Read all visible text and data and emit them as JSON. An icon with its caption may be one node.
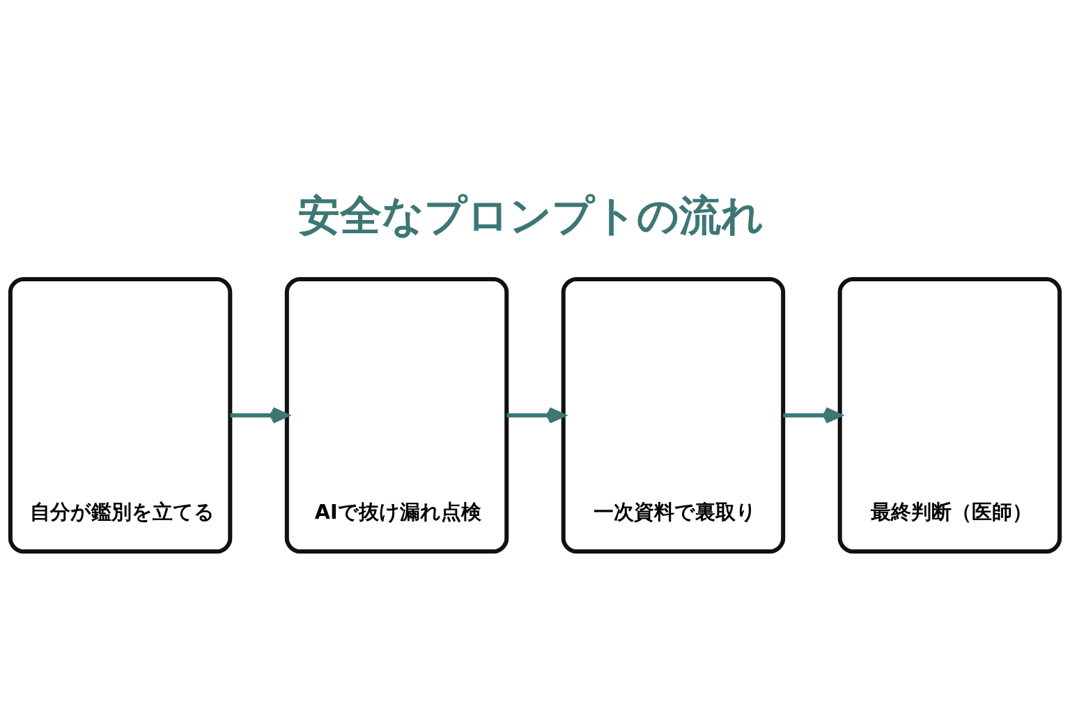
{
  "diagram": {
    "title": "安全なプロンプトの流れ",
    "nodes": [
      {
        "text": [
          "自分が鑑別を立てる"
        ]
      },
      {
        "text": [
          "AIで抜け漏れ点検"
        ]
      },
      {
        "text": [
          "一次資料で裏取り"
        ]
      },
      {
        "text": [
          "最終判断（医師）"
        ]
      }
    ],
    "edges": [
      {
        "from": 0,
        "to": 1,
        "arrow": "to"
      },
      {
        "from": 1,
        "to": 2,
        "arrow": "to"
      },
      {
        "from": 2,
        "to": 3,
        "arrow": "to"
      }
    ]
  }
}
